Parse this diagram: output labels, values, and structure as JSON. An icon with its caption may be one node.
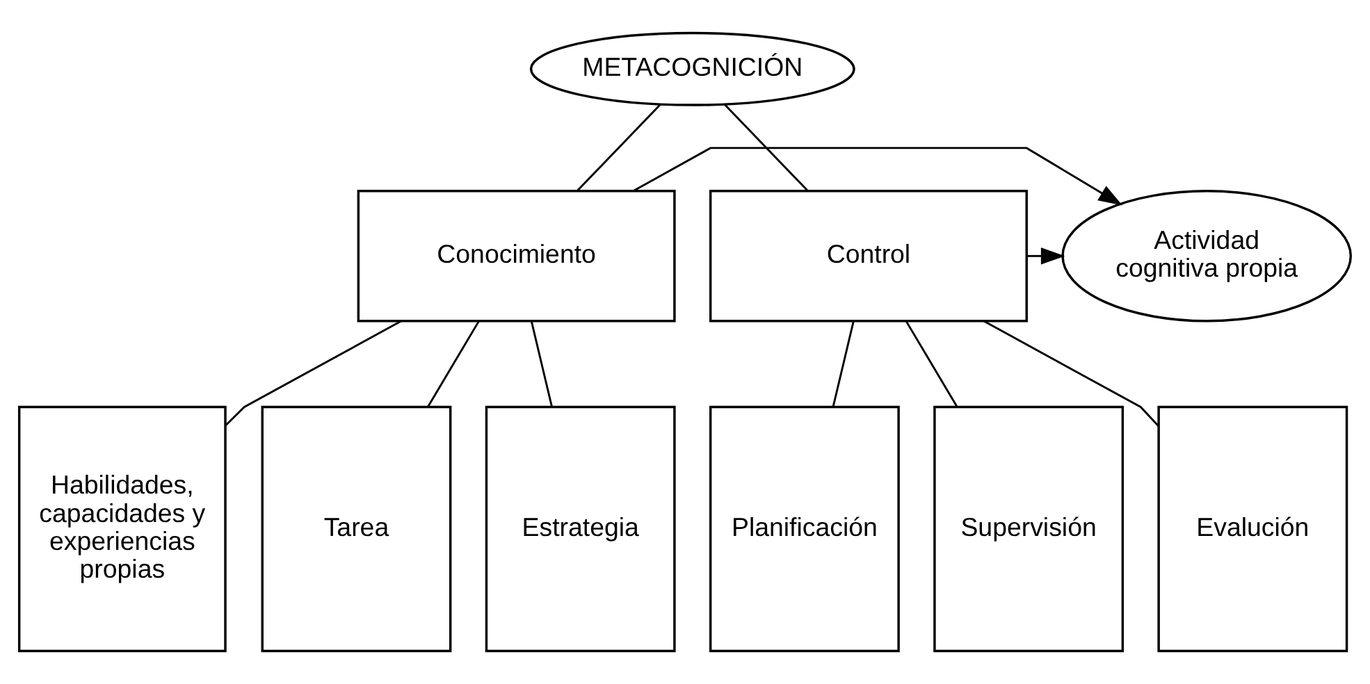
{
  "diagram": {
    "nodes": [
      {
        "text": [
          "METACOGNICIÓN"
        ]
      },
      {
        "text": [
          "Conocimiento"
        ]
      },
      {
        "text": [
          "Actividad cognitiva propia"
        ]
      },
      {
        "text": [
          "Control"
        ]
      },
      {
        "text": [
          "Habilidades, capacidades y experiencias propias"
        ]
      },
      {
        "text": [
          "Tarea"
        ]
      },
      {
        "text": [
          "Estrategia"
        ]
      },
      {
        "text": [
          "Planificación"
        ]
      },
      {
        "text": [
          "Supervisión"
        ]
      },
      {
        "text": [
          "Evalución"
        ]
      }
    ],
    "edges": [
      {
        "from": 0,
        "to": 1,
        "arrow": "none"
      },
      {
        "from": 0,
        "to": 3,
        "arrow": "none"
      },
      {
        "from": 1,
        "to": 2,
        "arrow": "to"
      },
      {
        "from": 3,
        "to": 2,
        "arrow": "to"
      },
      {
        "from": 1,
        "to": 4,
        "arrow": "none"
      },
      {
        "from": 1,
        "to": 5,
        "arrow": "none"
      },
      {
        "from": 1,
        "to": 6,
        "arrow": "none"
      },
      {
        "from": 3,
        "to": 7,
        "arrow": "none"
      },
      {
        "from": 3,
        "to": 8,
        "arrow": "none"
      },
      {
        "from": 3,
        "to": 9,
        "arrow": "none"
      }
    ]
  }
}
